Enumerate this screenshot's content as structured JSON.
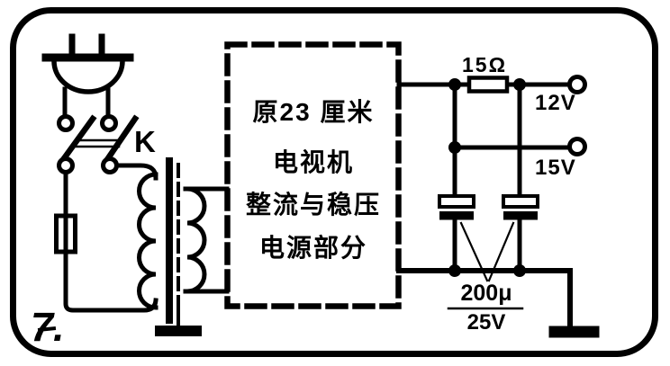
{
  "figure": {
    "number_label": "7.",
    "ink_color": "#000000",
    "paper_color": "#ffffff"
  },
  "labels": {
    "switch": "K",
    "resistor_value": "15Ω",
    "output_12v": "12V",
    "output_15v": "15V",
    "capacitor_value": "200μ",
    "capacitor_voltage": "25V"
  },
  "dashed_box": {
    "lines": [
      "原23 厘米",
      "电视机",
      "整流与稳压",
      "电源部分"
    ]
  },
  "symbols": [
    "mains-plug",
    "double-pole-switch",
    "fuse",
    "transformer-with-shield",
    "dashed-block",
    "resistor",
    "electrolytic-capacitor",
    "electrolytic-capacitor",
    "ground",
    "ground",
    "output-terminal",
    "output-terminal"
  ]
}
